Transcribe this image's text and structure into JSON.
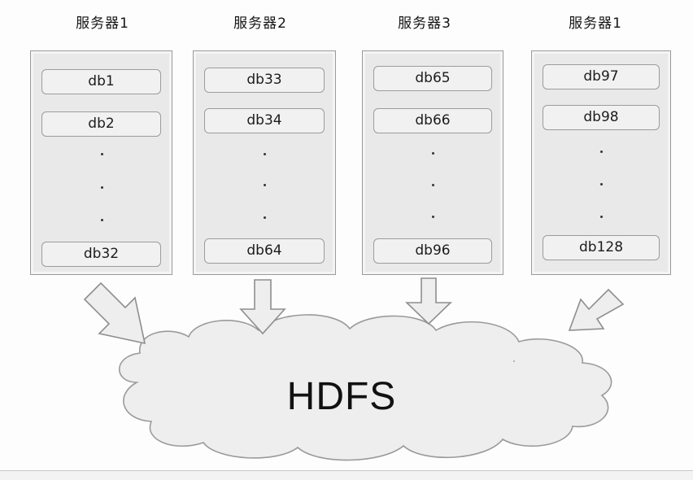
{
  "servers": [
    {
      "title": "服务器1",
      "first": [
        "db1",
        "db2"
      ],
      "last": "db32"
    },
    {
      "title": "服务器2",
      "first": [
        "db33",
        "db34"
      ],
      "last": "db64"
    },
    {
      "title": "服务器3",
      "first": [
        "db65",
        "db66"
      ],
      "last": "db96"
    },
    {
      "title": "服务器1",
      "first": [
        "db97",
        "db98"
      ],
      "last": "db128"
    }
  ],
  "storage": {
    "label": "HDFS"
  },
  "colors": {
    "box_fill": "#e9e9e9",
    "pill_fill": "#f1f1f1",
    "arrow_fill": "#eeeeee",
    "outline": "#999999"
  },
  "icons": {
    "arrow": "down-arrow-icon",
    "cloud": "cloud-icon"
  }
}
